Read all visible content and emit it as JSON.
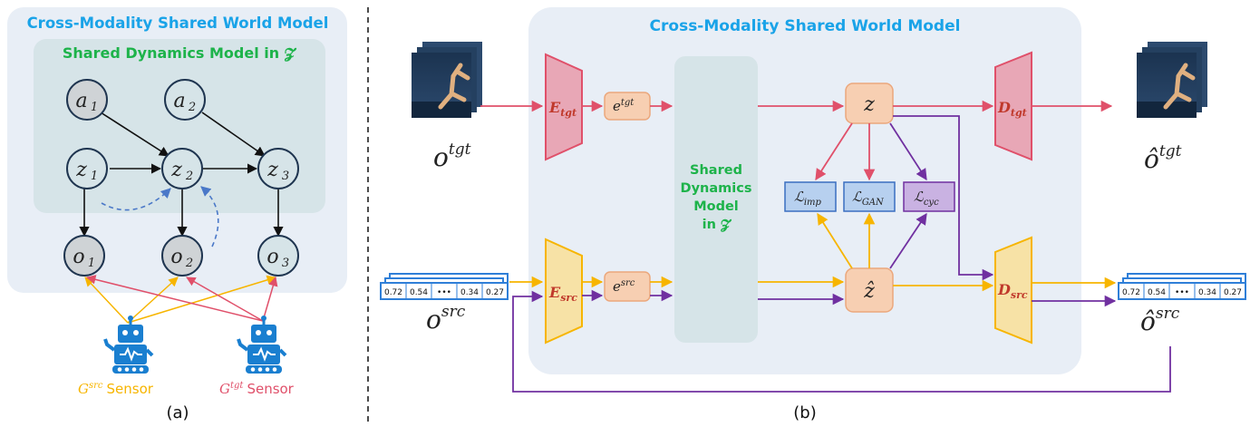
{
  "panel_a": {
    "title": "Cross-Modality Shared World Model",
    "inner_title": "Shared Dynamics Model in 𝓩",
    "nodes": {
      "a1": "a",
      "a1_sub": "1",
      "a2": "a",
      "a2_sub": "2",
      "z1": "z",
      "z1_sub": "1",
      "z2": "z",
      "z2_sub": "2",
      "z3": "z",
      "z3_sub": "3",
      "o1": "o",
      "o1_sub": "1",
      "o2": "o",
      "o2_sub": "2",
      "o3": "o",
      "o3_sub": "3"
    },
    "sensor_src_g": "G",
    "sensor_src_sup": "src",
    "sensor_src_label": "Sensor",
    "sensor_tgt_g": "G",
    "sensor_tgt_sup": "tgt",
    "sensor_tgt_label": "Sensor",
    "caption": "(a)"
  },
  "panel_b": {
    "title": "Cross-Modality Shared World Model",
    "shared_box": [
      "Shared",
      "Dynamics",
      "Model",
      "in 𝓩"
    ],
    "o_tgt": "o",
    "o_tgt_sup": "tgt",
    "o_src": "o",
    "o_src_sup": "src",
    "o_hat_tgt": "ô",
    "o_hat_tgt_sup": "tgt",
    "o_hat_src": "ô",
    "o_hat_src_sup": "src",
    "e_tgt_enc": "E",
    "e_tgt_enc_sub": "tgt",
    "e_src_enc": "E",
    "e_src_enc_sub": "src",
    "d_tgt": "D",
    "d_tgt_sub": "tgt",
    "d_src": "D",
    "d_src_sub": "src",
    "emb_tgt": "e",
    "emb_tgt_sup": "tgt",
    "emb_src": "e",
    "emb_src_sup": "src",
    "z": "z",
    "z_hat": "ẑ",
    "loss_imp": "ℒ",
    "loss_imp_sub": "imp",
    "loss_gan": "ℒ",
    "loss_gan_sub": "GAN",
    "loss_cyc": "ℒ",
    "loss_cyc_sub": "cyc",
    "vector_values": [
      "0.72",
      "0.54",
      "•••",
      "0.34",
      "0.27"
    ],
    "caption": "(b)"
  },
  "colors": {
    "tgt": "#e0506a",
    "src": "#f7b500",
    "cycle": "#7030a0",
    "title": "#1aa3e8",
    "green": "#1db34a",
    "panel_bg": "#e8eef6",
    "inner_bg": "#d6e4e8"
  }
}
